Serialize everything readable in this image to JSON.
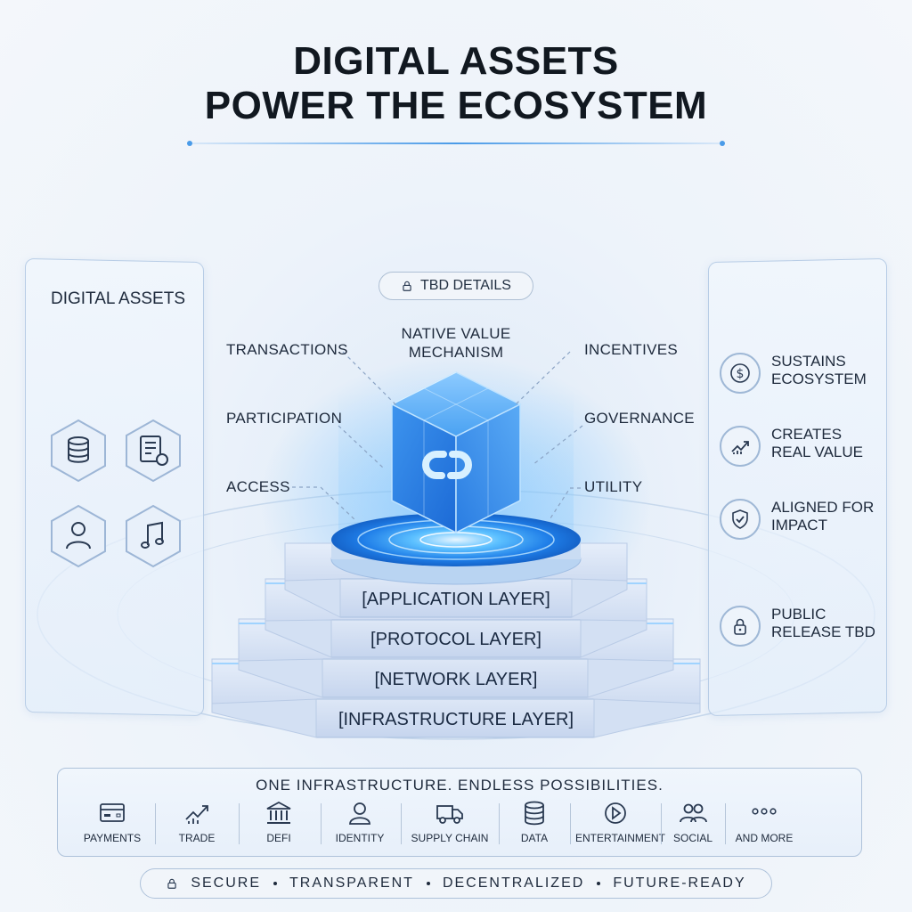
{
  "title": {
    "line1": "DIGITAL ASSETS",
    "line2": "POWER THE ECOSYSTEM"
  },
  "left_panel": {
    "title": "DIGITAL ASSETS",
    "icons": [
      "database-icon",
      "document-icon",
      "user-icon",
      "music-note-icon"
    ]
  },
  "center": {
    "pill_label": "TBD DETAILS",
    "core_label": "NATIVE VALUE MECHANISM",
    "core_line1": "NATIVE VALUE",
    "core_line2": "MECHANISM",
    "left_labels": [
      "TRANSACTIONS",
      "PARTICIPATION",
      "ACCESS"
    ],
    "right_labels": [
      "INCENTIVES",
      "GOVERNANCE",
      "UTILITY"
    ],
    "core_icon": "link-icon"
  },
  "layers": [
    "[APPLICATION LAYER]",
    "[PROTOCOL LAYER]",
    "[NETWORK LAYER]",
    "[INFRASTRUCTURE LAYER]"
  ],
  "right_panel": {
    "items": [
      {
        "line1": "SUSTAINS",
        "line2": "ECOSYSTEM",
        "icon": "dollar-icon"
      },
      {
        "line1": "CREATES",
        "line2": "REAL VALUE",
        "icon": "chart-up-icon"
      },
      {
        "line1": "ALIGNED FOR",
        "line2": "IMPACT",
        "icon": "shield-check-icon"
      },
      {
        "line1": "PUBLIC",
        "line2": "RELEASE TBD",
        "icon": "lock-icon"
      }
    ]
  },
  "use_cases": {
    "title": "ONE INFRASTRUCTURE. ENDLESS POSSIBILITIES.",
    "items": [
      {
        "label": "PAYMENTS",
        "icon": "card-icon"
      },
      {
        "label": "TRADE",
        "icon": "trend-icon"
      },
      {
        "label": "DEFI",
        "icon": "bank-icon"
      },
      {
        "label": "IDENTITY",
        "icon": "person-icon"
      },
      {
        "label": "SUPPLY CHAIN",
        "icon": "truck-icon"
      },
      {
        "label": "DATA",
        "icon": "database-icon"
      },
      {
        "label": "ENTERTAINMENT",
        "icon": "play-icon"
      },
      {
        "label": "SOCIAL",
        "icon": "people-icon"
      },
      {
        "label": "AND MORE",
        "icon": "more-icon"
      }
    ]
  },
  "tagline": {
    "words": [
      "SECURE",
      "TRANSPARENT",
      "DECENTRALIZED",
      "FUTURE-READY"
    ]
  },
  "colors": {
    "accent": "#2f8cf0",
    "glow": "#4fb0ff",
    "ink": "#1e2a3c",
    "panel_border": "#b8cde6"
  }
}
